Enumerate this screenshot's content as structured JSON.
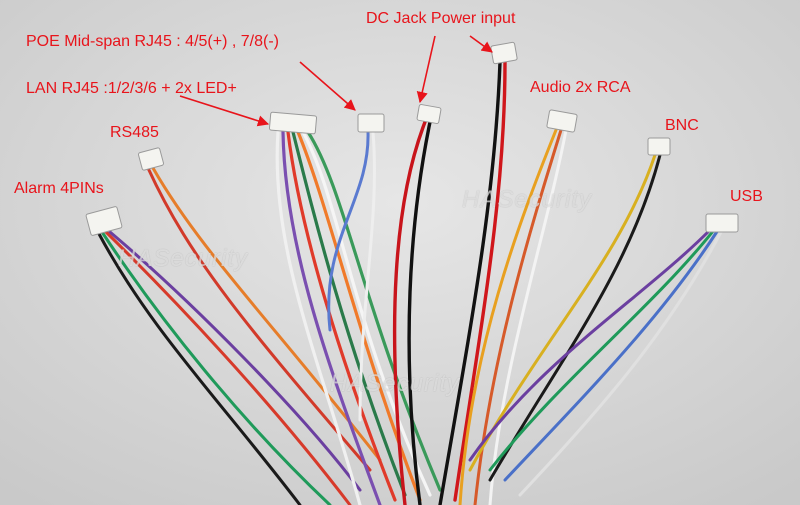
{
  "labels": {
    "poe": "POE Mid-span  RJ45 : 4/5(+) , 7/8(-)",
    "lan": "LAN RJ45 :1/2/3/6 + 2x LED+",
    "dc_jack": "DC Jack Power input",
    "rs485": "RS485",
    "audio": "Audio 2x RCA",
    "bnc": "BNC",
    "alarm": "Alarm 4PINs",
    "usb": "USB"
  },
  "watermark": "HASecurity",
  "colors": {
    "label_text": "#e8141b",
    "background": "#d9d9d9"
  }
}
